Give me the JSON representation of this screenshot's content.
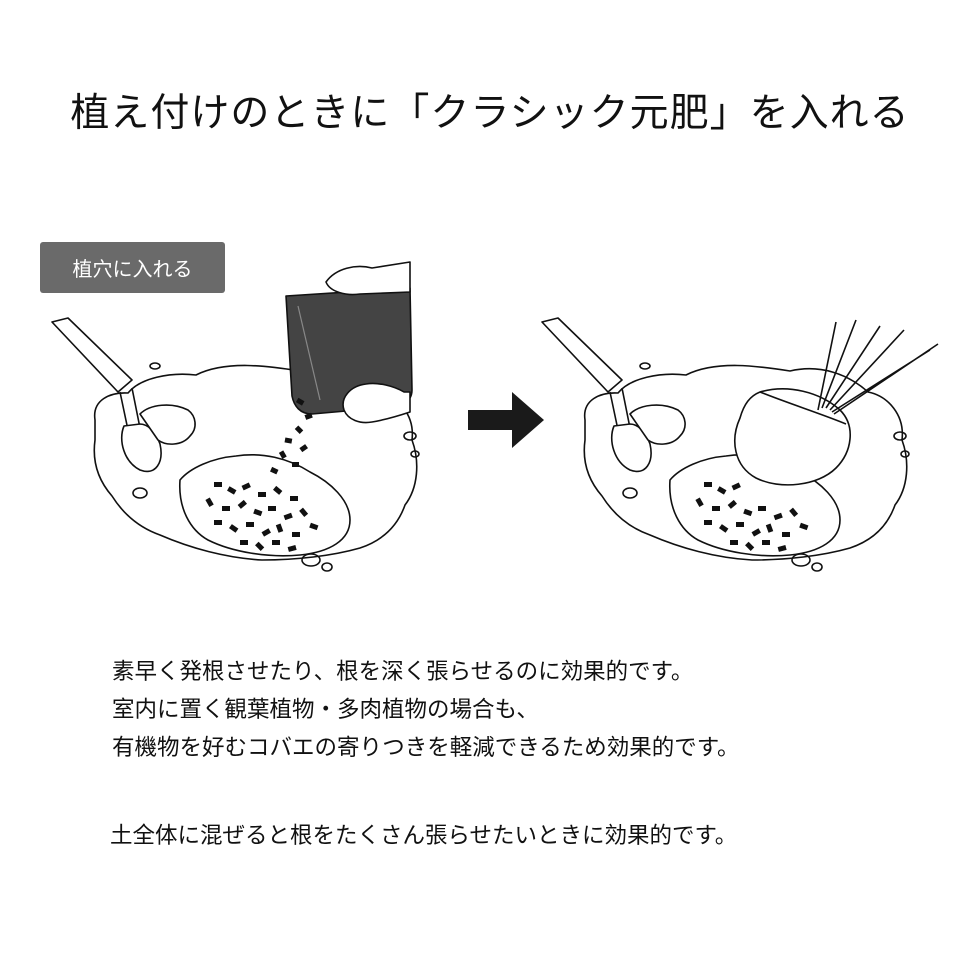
{
  "title": "植え付けのときに「クラシック元肥」を入れる",
  "badge_label": "植穴に入れる",
  "description_lines": [
    "素早く発根させたり、根を深く張らせるのに効果的です。",
    "室内に置く観葉植物・多肉植物の場合も、",
    "有機物を好むコバエの寄りつきを軽減できるため効果的です。"
  ],
  "note": "土全体に混ぜると根をたくさん張らせたいときに効果的です。",
  "icons": {
    "step1": "pour-fertilizer-into-hole-illustration",
    "arrow": "right-arrow-icon",
    "step2": "plant-seedling-in-hole-illustration"
  },
  "colors": {
    "badge_bg": "#6a6a6a",
    "bag": "#444444",
    "arrow": "#1a1a1a"
  }
}
